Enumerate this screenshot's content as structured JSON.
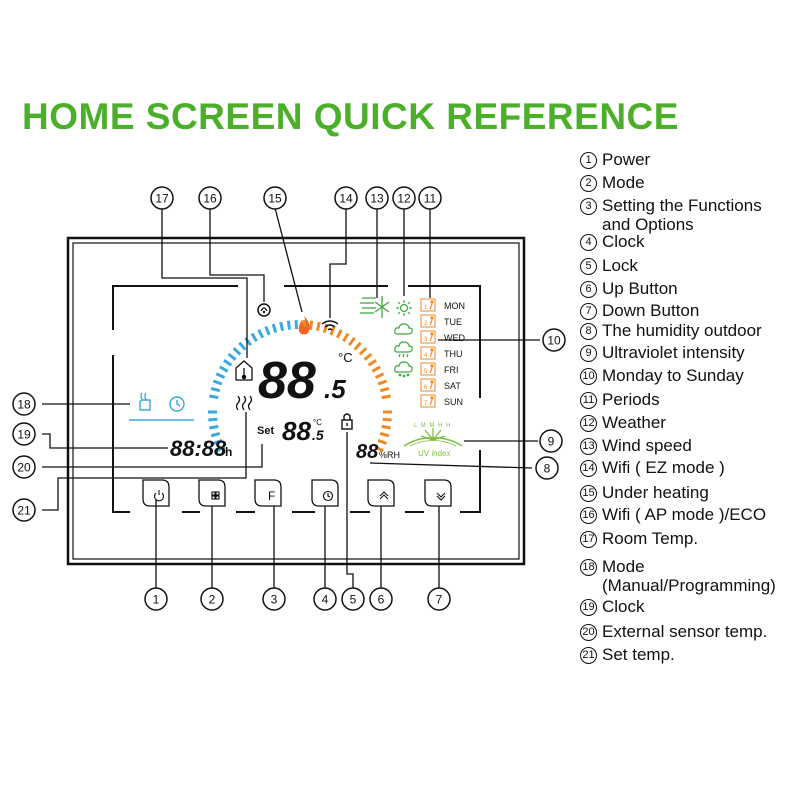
{
  "title": "HOME SCREEN QUICK REFERENCE",
  "colors": {
    "title_green": "#4caf2a",
    "arc_blue": "#3aa9e0",
    "arc_orange": "#f08a24",
    "heat_orange": "#f26522",
    "weather_green": "#3daa3d",
    "day_orange": "#f08a24",
    "uv_green": "#7cc242"
  },
  "legend": [
    {
      "num": "1",
      "label": "Power"
    },
    {
      "num": "2",
      "label": "Mode"
    },
    {
      "num": "3",
      "label": "Setting the Functions\nand Options"
    },
    {
      "num": "4",
      "label": "Clock"
    },
    {
      "num": "5",
      "label": "Lock"
    },
    {
      "num": "6",
      "label": "Up Button"
    },
    {
      "num": "7",
      "label": "Down Button"
    },
    {
      "num": "8",
      "label": "The humidity outdoor"
    },
    {
      "num": "9",
      "label": "Ultraviolet intensity"
    },
    {
      "num": "10",
      "label": "Monday to Sunday"
    },
    {
      "num": "11",
      "label": "Periods"
    },
    {
      "num": "12",
      "label": "Weather"
    },
    {
      "num": "13",
      "label": "Wind speed"
    },
    {
      "num": "14",
      "label": "Wifi ( EZ mode )"
    },
    {
      "num": "15",
      "label": "Under heating"
    },
    {
      "num": "16",
      "label": "Wifi ( AP mode )/ECO"
    },
    {
      "num": "17",
      "label": "Room Temp."
    },
    {
      "num": "18",
      "label": "Mode\n(Manual/Programming)"
    },
    {
      "num": "19",
      "label": "Clock"
    },
    {
      "num": "20",
      "label": "External sensor temp."
    },
    {
      "num": "21",
      "label": "Set temp."
    }
  ],
  "display": {
    "room_temp": "88",
    "room_temp_decimal": ".5",
    "room_temp_unit": "°C",
    "set_label": "Set",
    "set_temp": "88",
    "set_temp_decimal": ".5",
    "set_temp_unit": "°C",
    "clock": "88:88",
    "clock_unit": "h",
    "humidity": "88",
    "humidity_unit": "%RH",
    "uv_label": "UV index",
    "uv_scale": "L M M H H",
    "days": [
      "MON",
      "TUE",
      "WED",
      "THU",
      "FRI",
      "SAT",
      "SUN"
    ],
    "period_numbers": [
      "1",
      "2",
      "3",
      "4",
      "5",
      "6",
      "7"
    ],
    "setting_button_glyph": "F"
  },
  "callouts": {
    "top": [
      "17",
      "16",
      "15",
      "14",
      "13",
      "12",
      "11"
    ],
    "bottom": [
      "1",
      "2",
      "3",
      "4",
      "5",
      "6",
      "7"
    ],
    "left": [
      "18",
      "19",
      "20",
      "21"
    ],
    "right": [
      "10",
      "9",
      "8"
    ]
  }
}
